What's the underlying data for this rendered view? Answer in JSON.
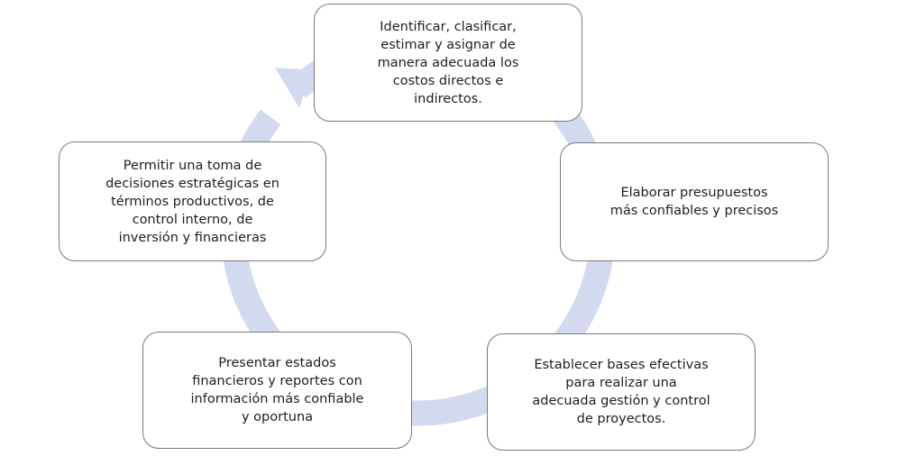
{
  "colors": {
    "ring": "#d3d9ef",
    "box_border": "#7a7a7a",
    "text": "#1e1e1e"
  },
  "cycle": [
    {
      "id": "identificar",
      "lines": [
        "Identificar, clasificar,",
        "estimar y asignar de",
        "manera  adecuada los",
        "costos directos e",
        "indirectos."
      ]
    },
    {
      "id": "presupuestos",
      "lines": [
        "Elaborar  presupuestos",
        "más  confiables y precisos"
      ]
    },
    {
      "id": "bases",
      "lines": [
        "Establecer bases efectivas",
        "para realizar una",
        "adecuada gestión y control",
        "de proyectos."
      ]
    },
    {
      "id": "estados",
      "lines": [
        "Presentar estados",
        "financieros y reportes con",
        "información más confiable",
        "y oportuna"
      ]
    },
    {
      "id": "decisiones",
      "lines": [
        "Permitir  una toma de",
        "decisiones estratégicas en",
        "términos  productivos, de",
        "control interno, de",
        "inversión  y financieras"
      ]
    }
  ]
}
